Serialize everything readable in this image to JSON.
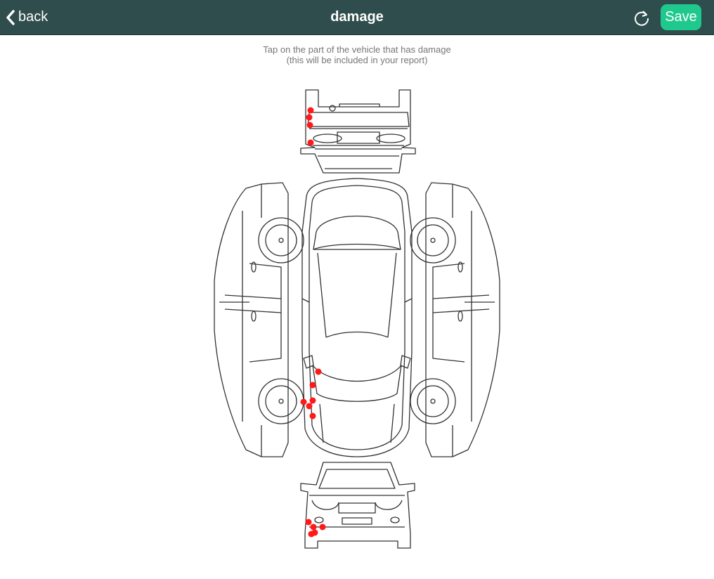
{
  "header": {
    "back_label": "back",
    "title": "damage",
    "save_label": "Save",
    "back_icon": "chevron-left-icon",
    "refresh_icon": "refresh-icon"
  },
  "instructions": {
    "line1": "Tap on the part of the vehicle that has damage",
    "line2": "(this will be included in your report)"
  },
  "colors": {
    "header_bg": "#2f4d4c",
    "save_bg": "#1fc98e",
    "damage_dot": "#ff1a1a",
    "outline": "#333333"
  },
  "damage_marks": {
    "front_view": 4,
    "top_view": 6,
    "rear_view": 5
  }
}
